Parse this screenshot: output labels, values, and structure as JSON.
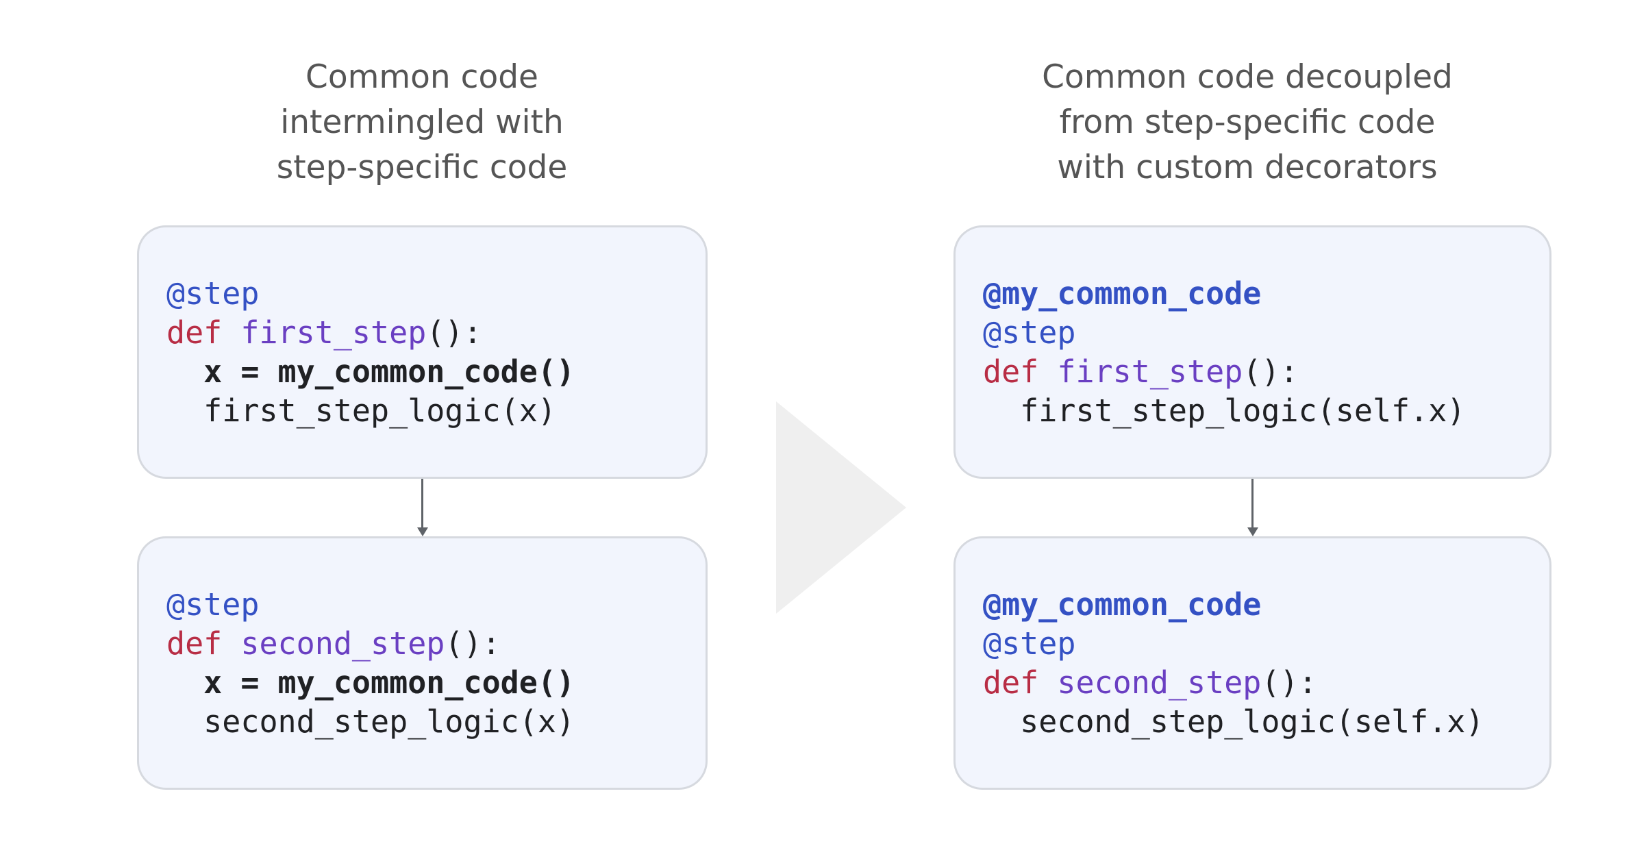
{
  "left": {
    "heading": [
      "Common code",
      "intermingled with",
      "step-specific code"
    ],
    "blocks": [
      [
        [
          {
            "t": "@step",
            "s": "dec"
          }
        ],
        [
          {
            "t": "def",
            "s": "kw"
          },
          {
            "t": " ",
            "s": "plain"
          },
          {
            "t": "first_step",
            "s": "fn"
          },
          {
            "t": "():",
            "s": "plain"
          }
        ],
        [
          {
            "t": "  x = my_common_code()",
            "s": "bold"
          }
        ],
        [
          {
            "t": "  first_step_logic(x)",
            "s": "plain"
          }
        ]
      ],
      [
        [
          {
            "t": "@step",
            "s": "dec"
          }
        ],
        [
          {
            "t": "def",
            "s": "kw"
          },
          {
            "t": " ",
            "s": "plain"
          },
          {
            "t": "second_step",
            "s": "fn"
          },
          {
            "t": "():",
            "s": "plain"
          }
        ],
        [
          {
            "t": "  x = my_common_code()",
            "s": "bold"
          }
        ],
        [
          {
            "t": "  second_step_logic(x)",
            "s": "plain"
          }
        ]
      ]
    ]
  },
  "right": {
    "heading": [
      "Common code decoupled",
      "from step-specific code",
      "with custom decorators"
    ],
    "blocks": [
      [
        [
          {
            "t": "@my_common_code",
            "s": "dec-bold"
          }
        ],
        [
          {
            "t": "@step",
            "s": "dec"
          }
        ],
        [
          {
            "t": "def",
            "s": "kw"
          },
          {
            "t": " ",
            "s": "plain"
          },
          {
            "t": "first_step",
            "s": "fn"
          },
          {
            "t": "():",
            "s": "plain"
          }
        ],
        [
          {
            "t": "  first_step_logic(self.x)",
            "s": "plain"
          }
        ]
      ],
      [
        [
          {
            "t": "@my_common_code",
            "s": "dec-bold"
          }
        ],
        [
          {
            "t": "@step",
            "s": "dec"
          }
        ],
        [
          {
            "t": "def",
            "s": "kw"
          },
          {
            "t": " ",
            "s": "plain"
          },
          {
            "t": "second_step",
            "s": "fn"
          },
          {
            "t": "():",
            "s": "plain"
          }
        ],
        [
          {
            "t": "  second_step_logic(self.x)",
            "s": "plain"
          }
        ]
      ]
    ]
  },
  "colors": {
    "heading_text": "#555555",
    "box_background": "#f2f5fd",
    "box_border": "#d6d9df",
    "decorator": "#3451c4",
    "keyword": "#b82d45",
    "function_name": "#6a3fc2",
    "plain_code": "#202124",
    "connector": "#5f6368",
    "transition_arrow": "#efefef"
  },
  "icons": {
    "transition": "play-triangle-icon",
    "flow": "arrow-down-icon"
  }
}
